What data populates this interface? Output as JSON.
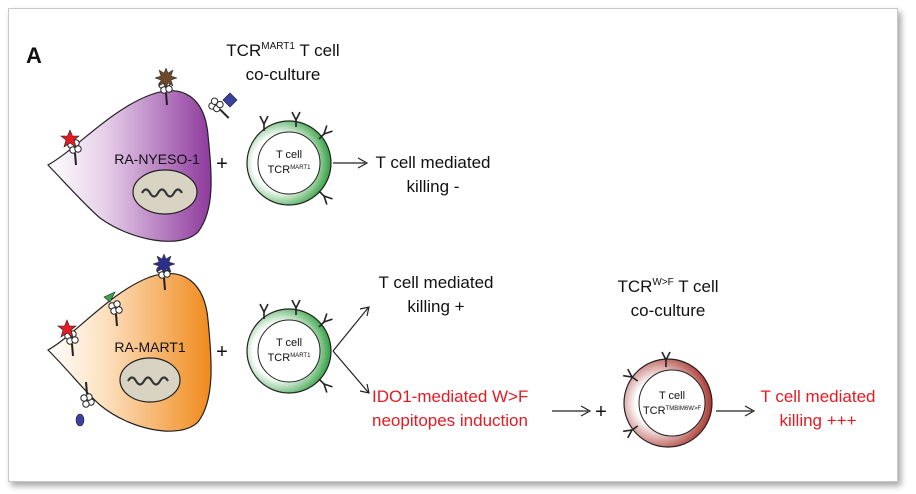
{
  "panel_label": "A",
  "top": {
    "coculture_title_prefix": "TCR",
    "coculture_title_sup": "MART1",
    "coculture_title_suffix": " T cell",
    "coculture_title_line2": "co-culture",
    "tumor_label": "RA-NYESO-1",
    "plus": "+",
    "tcell_line1": "T cell",
    "tcell_line2_prefix": "TCR",
    "tcell_line2_sup": "MART1",
    "result_line1": "T cell mediated",
    "result_line2": "killing -"
  },
  "bottom": {
    "tumor_label": "RA-MART1",
    "plus": "+",
    "tcell_line1": "T cell",
    "tcell_line2_prefix": "TCR",
    "tcell_line2_sup": "MART1",
    "result_line1": "T cell mediated",
    "result_line2": "killing +",
    "ido_line1": "IDO1-mediated W>F",
    "ido_line2": "neopitopes induction",
    "plus2": "+",
    "wf_title_prefix": "TCR",
    "wf_title_sup": "W>F",
    "wf_title_suffix": " T cell",
    "wf_title_line2": "co-culture",
    "wf_tcell_line1": "T cell",
    "wf_tcell_line2_prefix": "TCR",
    "wf_tcell_line2_sup": "TMBIM6W>F",
    "final_line1": "T cell mediated",
    "final_line2": "killing +++"
  },
  "colors": {
    "tumor_top": "#8e3a9d",
    "tumor_bottom": "#f08a1c",
    "tcell_green": "#2f9e3f",
    "tcell_red": "#a8342c",
    "highlight_red": "#e31b23"
  }
}
